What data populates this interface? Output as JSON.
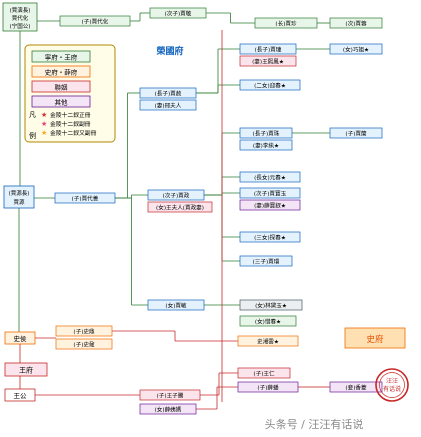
{
  "colors": {
    "ning": "#2e7d32",
    "rong": "#1565c0",
    "shi": "#ef6c00",
    "wang": "#c62828",
    "xue": "#6a1b9a",
    "jia": "#455a64",
    "line_green": "#2e7d32",
    "line_red": "#c62828",
    "star_red": "#d32f2f",
    "star_pink": "#ec407a",
    "star_gold": "#f9a825",
    "seal": "#c62828"
  },
  "legend": {
    "ning_label": "寧府・王府",
    "shi_label": "史府・薛府",
    "in_marriage_label": "聯姻",
    "other_label": "其他",
    "star1_label": "金陵十二釵正冊",
    "star2_label": "金陵十二釵副冊",
    "star3_label": "金陵十二釵又副冊",
    "fan": "凡",
    "li": "例"
  },
  "root": {
    "left_top": "(賈演長)\n賈代化\n(宁国公)",
    "left_mid": "(賈源長)\n賈源",
    "shi_block": "史侯",
    "wang_block": "王府",
    "wang_root": "王公"
  },
  "headers": {
    "rong": "榮國府",
    "shi_right": "史府"
  },
  "nodes": [
    {
      "id": "n_dai_hua",
      "text": "(子)賈代化"
    },
    {
      "id": "n_jing",
      "text": "(次子)賈敬"
    },
    {
      "id": "n_zhen",
      "text": "(长)賈珍"
    },
    {
      "id": "n_rong",
      "text": "(次)賈蓉"
    },
    {
      "id": "n_fu_hua",
      "text": "(子)賈代善"
    },
    {
      "id": "n_she",
      "text": "(長子)賈赦"
    },
    {
      "id": "n_wife_she",
      "text": "(妻)邢夫人"
    },
    {
      "id": "n_lian",
      "text": "(長子)賈璉"
    },
    {
      "id": "n_wang_xf",
      "text": "(妻)王熙鳳★"
    },
    {
      "id": "n_yingchun",
      "text": "(二女)迎春★"
    },
    {
      "id": "n_zheng",
      "text": "(次子)賈政"
    },
    {
      "id": "n_zhu",
      "text": "(長子)賈珠"
    },
    {
      "id": "n_li_wan",
      "text": "(妻)李紈★"
    },
    {
      "id": "n_lan",
      "text": "(子)賈蘭"
    },
    {
      "id": "n_yuanchun",
      "text": "(長女)元春★"
    },
    {
      "id": "n_baoyu",
      "text": "(次子)賈寶玉"
    },
    {
      "id": "n_baochai",
      "text": "(妻)薛寶釵★"
    },
    {
      "id": "n_tanchun",
      "text": "(三女)探春★"
    },
    {
      "id": "n_huan",
      "text": "(三子)賈環"
    },
    {
      "id": "n_min",
      "text": "(女)賈敏"
    },
    {
      "id": "n_daiyu",
      "text": "(女)林黛玉★"
    },
    {
      "id": "n_xiangyun",
      "text": "史湘雲★"
    },
    {
      "id": "n_xichun",
      "text": "(女)惜春★"
    },
    {
      "id": "n_qiaojie",
      "text": "(女)巧姐★"
    },
    {
      "id": "n_wang_fu",
      "text": "(女)王夫人(賈政妻)"
    },
    {
      "id": "n_wang_ziteng",
      "text": "(子)王子騰"
    },
    {
      "id": "n_wang_ren",
      "text": "(子)王仁"
    },
    {
      "id": "n_xue_pan",
      "text": "(子)薛蟠"
    },
    {
      "id": "n_xue_yima",
      "text": "(女)薛姨媽"
    },
    {
      "id": "n_shi_ding",
      "text": "(子)史鼎"
    },
    {
      "id": "n_shi_nai",
      "text": "(子)史鼐"
    },
    {
      "id": "n_xiangling",
      "text": "(妾)香菱"
    }
  ],
  "watermark": "头条号 / 汪汪有话说",
  "seal_text": "汪汪\n有话说"
}
